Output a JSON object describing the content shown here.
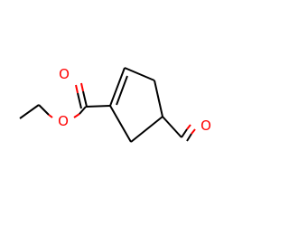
{
  "molecule": {
    "atoms": {
      "carbonyl_oxygen": "O",
      "ester_oxygen": "O",
      "aldehyde_oxygen": "O"
    },
    "colors": {
      "bond": "#000000",
      "oxygen": "#ff0000",
      "background": "#ffffff"
    }
  }
}
